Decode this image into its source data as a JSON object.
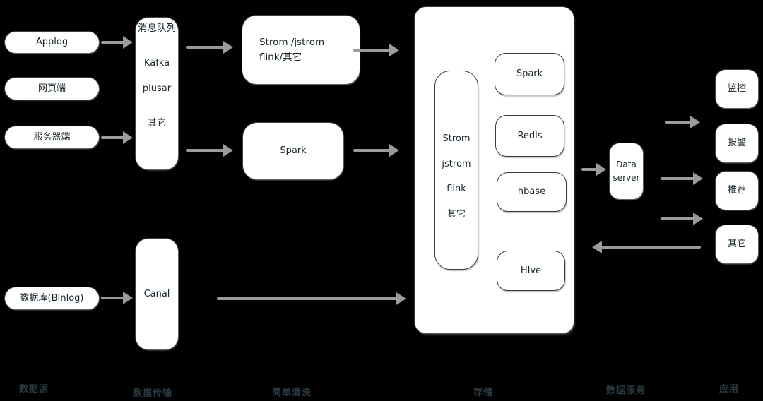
{
  "colors": {
    "background": "#000000",
    "box_fill": "#ffffff",
    "box_border": "#3a3a3a",
    "arrow": "#9b9b9b",
    "box_text": "#15242b",
    "stage_label_text": "#2b3b44"
  },
  "sources": {
    "applog": "Applog",
    "web": "网页端",
    "server": "服务器端",
    "db": "数据库(BInlog)"
  },
  "transport": {
    "queue_title": "消息队列",
    "queue_items": [
      "Kafka",
      "plusar",
      "其它"
    ],
    "canal": "Canal"
  },
  "cleaning": {
    "strom_line1": "Strom /jstrom",
    "strom_line2": "flink/其它",
    "spark": "Spark"
  },
  "storage": {
    "compute_items": [
      "Strom",
      "jstrom",
      "flink",
      "其它"
    ],
    "spark": "Spark",
    "redis": "Redis",
    "hbase": "hbase",
    "hive": "HIve"
  },
  "service": {
    "data_server_line1": "Data",
    "data_server_line2": "server"
  },
  "apps": {
    "monitor": "监控",
    "alert": "报警",
    "recommend": "推荐",
    "other": "其它"
  },
  "stage_labels": {
    "source": "数据源",
    "transport": "数据传输",
    "cleaning": "简单清洗",
    "storage": "存储",
    "service": "数据服务",
    "application": "应用"
  }
}
